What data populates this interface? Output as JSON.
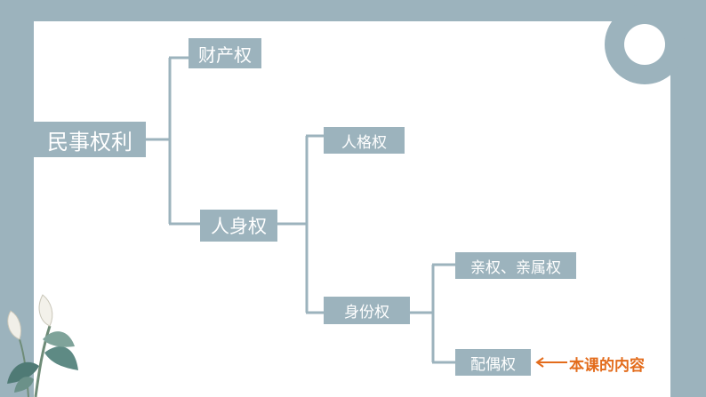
{
  "nodes": {
    "root": "民事权利",
    "property": "财产权",
    "personal": "人身权",
    "personality": "人格权",
    "identity": "身份权",
    "kinship": "亲权、亲属权",
    "spouse": "配偶权"
  },
  "annotation": {
    "text": "本课的内容",
    "color": "#e36c1c"
  },
  "colors": {
    "frame": "#9cb3bd",
    "paper": "#ffffff",
    "line": "#9cb3bd"
  },
  "icons": {
    "arrow": "left-arrow-icon",
    "plant": "calla-lily-plant",
    "ring": "ring-decoration"
  }
}
